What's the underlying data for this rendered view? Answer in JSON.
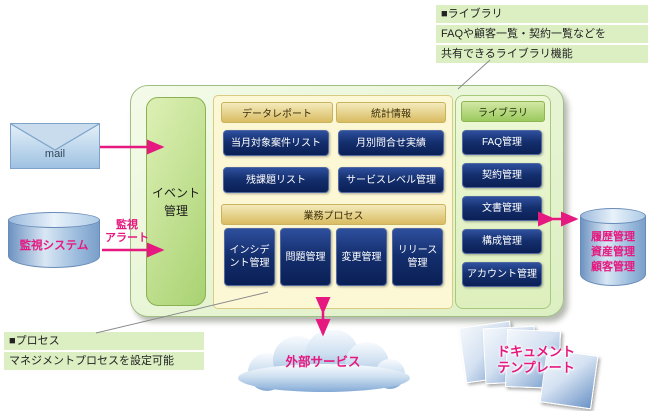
{
  "callout_library": {
    "title": "■ライブラリ",
    "line1": "FAQや顧客一覧・契約一覧などを",
    "line2": "共有できるライブラリ機能"
  },
  "callout_process": {
    "title": "■プロセス",
    "line1": "マネジメントプロセスを設定可能"
  },
  "left": {
    "mail_label": "mail",
    "monitor_label": "監視システム",
    "alert_line1": "監視",
    "alert_line2": "アラート"
  },
  "main": {
    "event_line1": "イベント",
    "event_line2": "管理",
    "data_report": {
      "header": "データレポート",
      "buttons": [
        "当月対象案件リスト",
        "残課題リスト"
      ]
    },
    "statistics": {
      "header": "統計情報",
      "buttons": [
        "月別問合せ実績",
        "サービスレベル管理"
      ]
    },
    "process": {
      "header": "業務プロセス",
      "buttons": [
        "インシデント管理",
        "問題管理",
        "変更管理",
        "リリース管理"
      ]
    },
    "library": {
      "header": "ライブラリ",
      "buttons": [
        "FAQ管理",
        "契約管理",
        "文書管理",
        "構成管理",
        "アカウント管理"
      ]
    }
  },
  "bottom": {
    "cloud_label": "外部サービス",
    "doc_line1": "ドキュメント",
    "doc_line2": "テンプレート"
  },
  "right": {
    "db_labels": [
      "履歴管理",
      "資産管理",
      "顧客管理"
    ]
  },
  "colors": {
    "accent_pink": "#e5197f",
    "navy_button": "#15306f",
    "panel_yellow": "#fcf7d4",
    "panel_green": "#e6f3d2"
  }
}
